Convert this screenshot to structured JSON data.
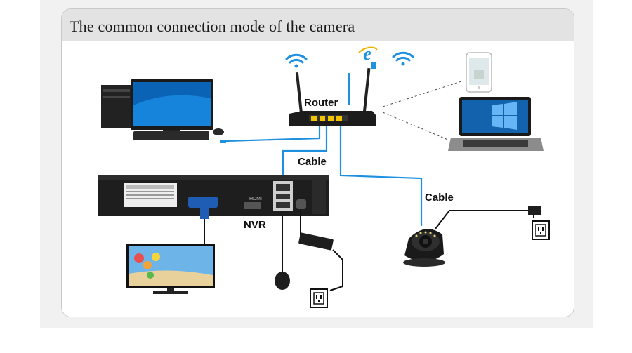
{
  "title": "The common connection mode of the camera",
  "labels": {
    "router": "Router",
    "cable_top": "Cable",
    "cable_right": "Cable",
    "nvr": "NVR"
  },
  "icons": [
    "wifi-icon",
    "internet-explorer-icon",
    "wifi-icon"
  ],
  "colors": {
    "cable": "#1e90e0",
    "header": "#e3e3e3",
    "device": "#1c1c1c"
  }
}
